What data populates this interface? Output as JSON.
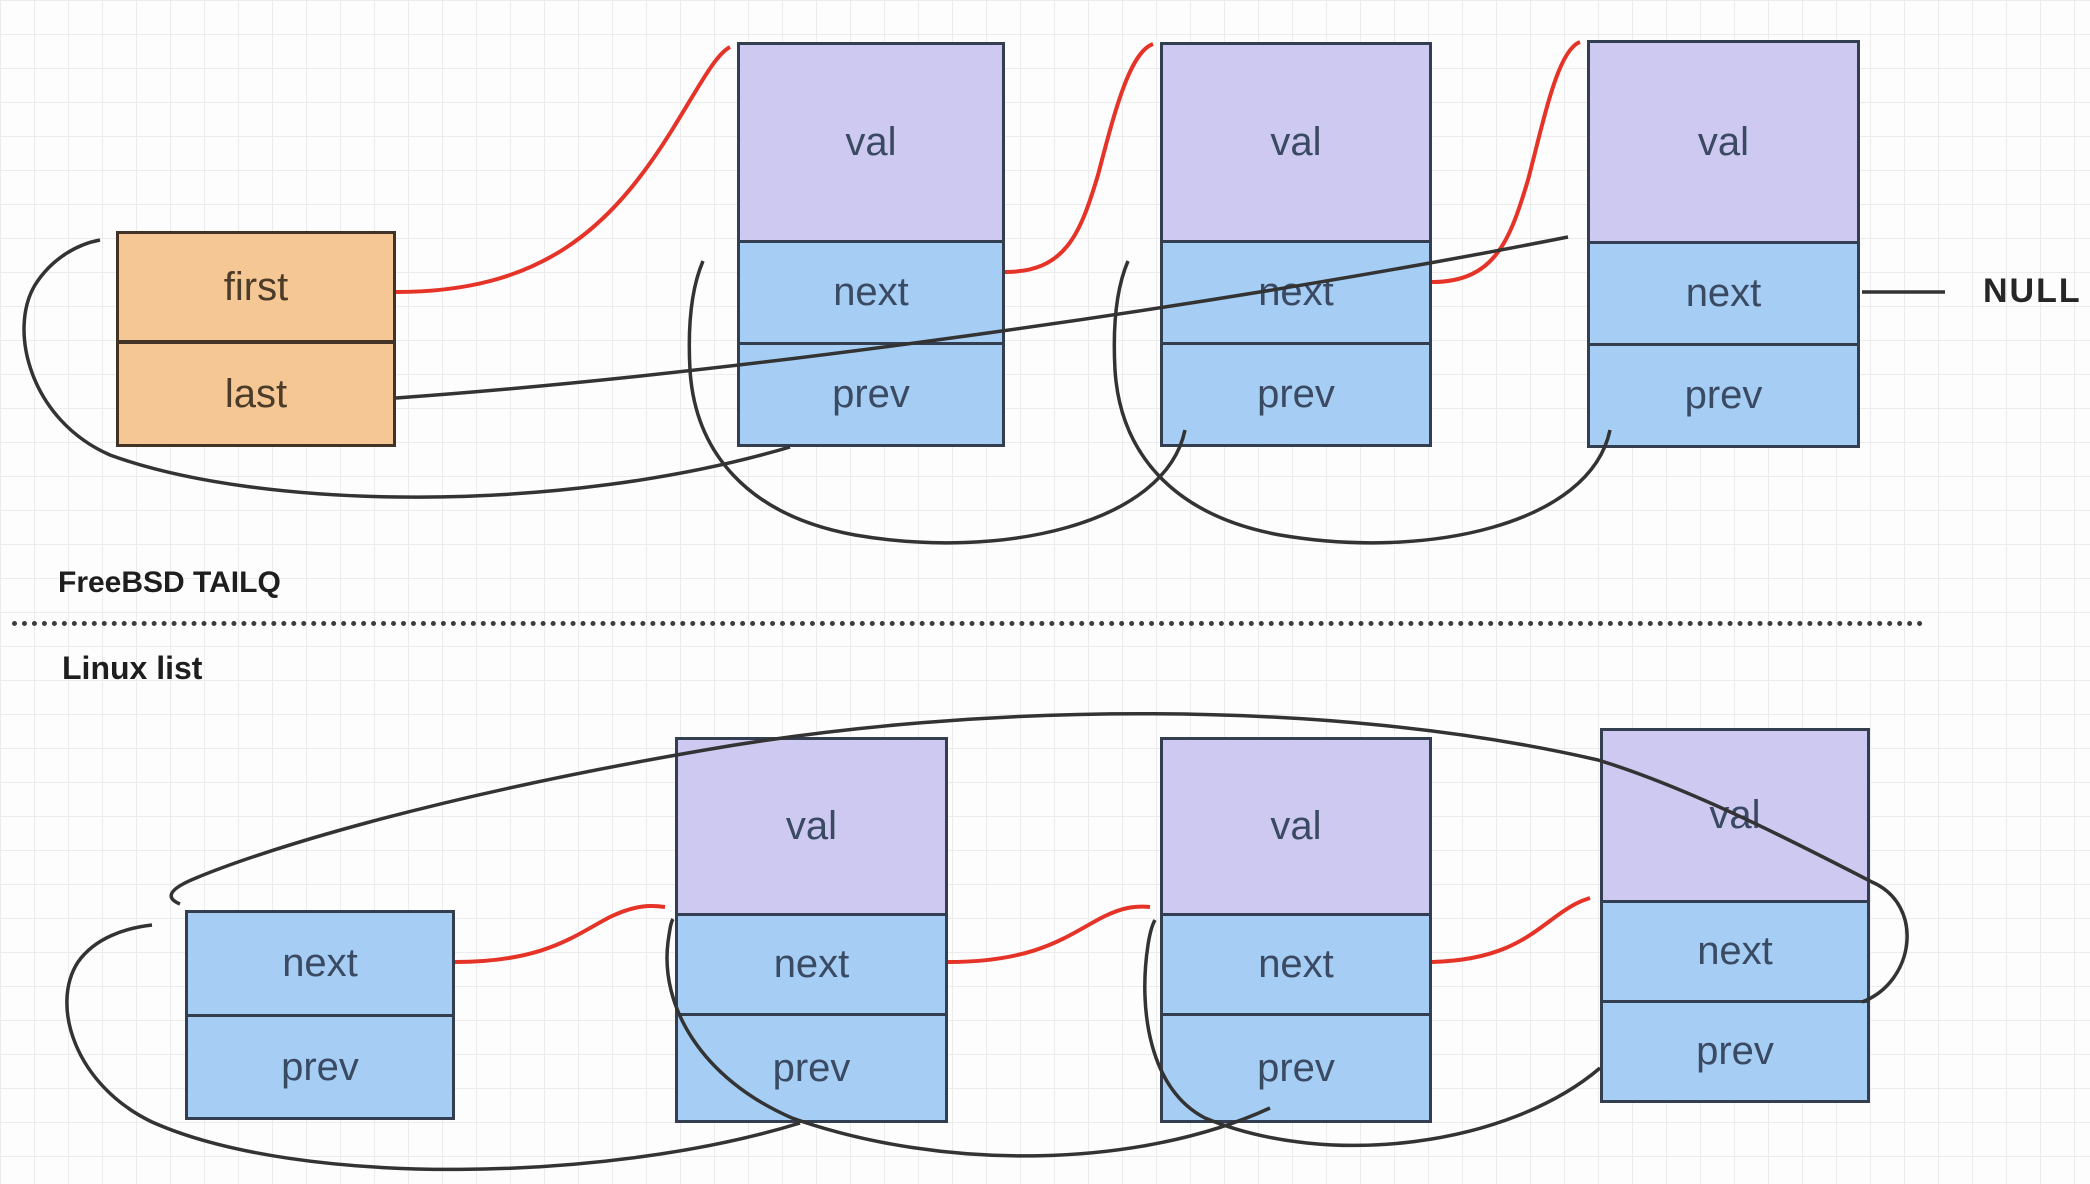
{
  "labels": {
    "top_section": "FreeBSD TAILQ",
    "bottom_section": "Linux list",
    "null_terminator": "NULL"
  },
  "tailq": {
    "head": {
      "first": "first",
      "last": "last"
    },
    "nodes": [
      {
        "val": "val",
        "next": "next",
        "prev": "prev"
      },
      {
        "val": "val",
        "next": "next",
        "prev": "prev"
      },
      {
        "val": "val",
        "next": "next",
        "prev": "prev"
      }
    ]
  },
  "linux_list": {
    "head": {
      "next": "next",
      "prev": "prev"
    },
    "nodes": [
      {
        "val": "val",
        "next": "next",
        "prev": "prev"
      },
      {
        "val": "val",
        "next": "next",
        "prev": "prev"
      },
      {
        "val": "val",
        "next": "next",
        "prev": "prev"
      }
    ]
  },
  "colors": {
    "val_fill": "#cdc9f1",
    "ptr_fill": "#a6cdf4",
    "node_border": "#333e50",
    "node_text": "#3b4a63",
    "head_fill": "#f5c794",
    "head_border": "#433326",
    "head_text": "#4b3c2a",
    "arrow_red": "#e53328",
    "line_black": "#333333"
  }
}
